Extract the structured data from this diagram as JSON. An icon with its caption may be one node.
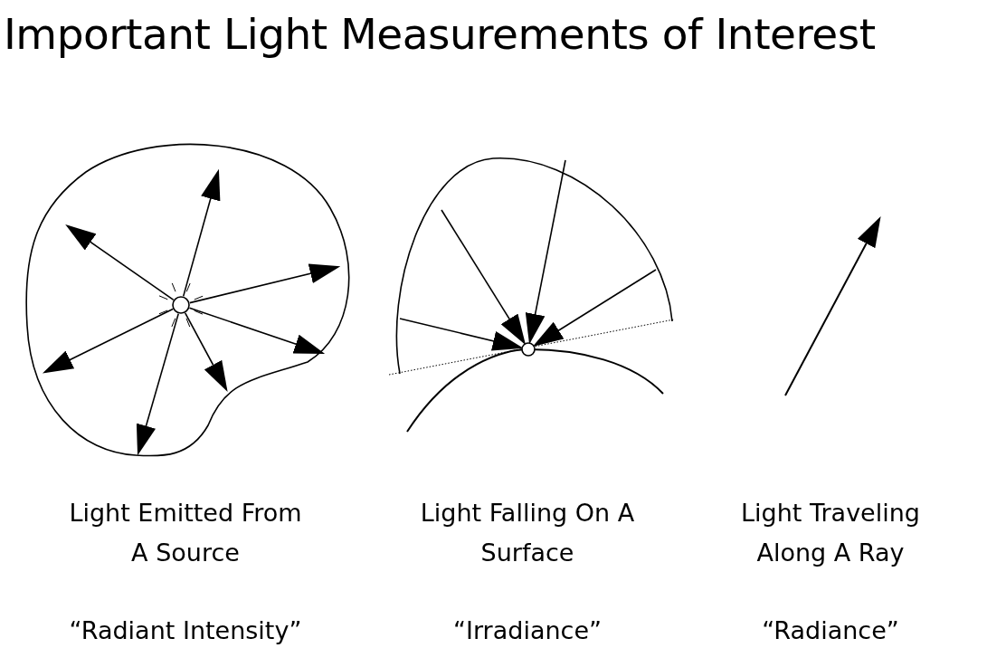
{
  "diagram": {
    "title": "Important Light Measurements of Interest",
    "labels": [
      "Light Emitted From A Source",
      "Light Falling On A Surface",
      "Light Traveling Along A Ray",
      "“Radiant Intensity”",
      "“Irradiance”",
      "“Radiance”"
    ]
  }
}
